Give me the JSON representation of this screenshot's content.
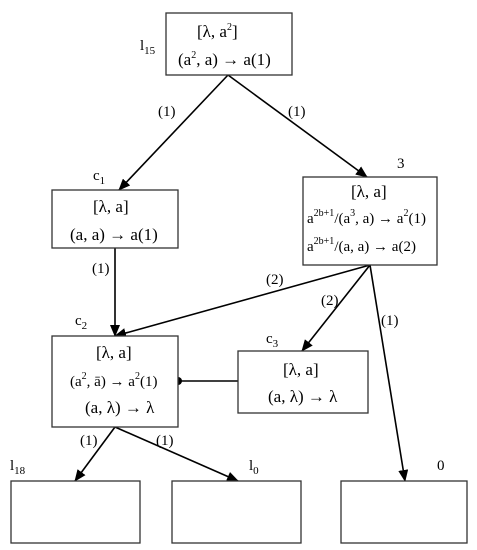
{
  "nodes": {
    "l15": {
      "name": "l",
      "name_sub": "15",
      "line1": "[λ, a",
      "line1_sup": "2",
      "line1_end": "]",
      "line2_a": "(a",
      "line2_sup": "2",
      "line2_b": ", a) → a(1)"
    },
    "c1": {
      "name": "c",
      "name_sub": "1",
      "line1": "[λ, a]",
      "line2": "(a, a) → a(1)"
    },
    "n3": {
      "name": "3",
      "line1": "[λ, a]",
      "line2_a": "a",
      "line2_sup": "2b+1",
      "line2_b": "/(a",
      "line2_sup2": "3",
      "line2_c": ", a) → a",
      "line2_sup3": "2",
      "line2_d": "(1)",
      "line3_a": "a",
      "line3_sup": "2b+1",
      "line3_b": "/(a, a) → a(2)"
    },
    "c2": {
      "name": "c",
      "name_sub": "2",
      "line1": "[λ, a]",
      "line2_a": "(a",
      "line2_sup": "2",
      "line2_b": ", ā) → a",
      "line2_sup2": "2",
      "line2_c": "(1)",
      "line3": "(a, λ) → λ"
    },
    "c3": {
      "name": "c",
      "name_sub": "3",
      "line1": "[λ, a]",
      "line2": "(a, λ) → λ"
    },
    "l18": {
      "name": "l",
      "name_sub": "18"
    },
    "l0": {
      "name": "l",
      "name_sub": "0"
    },
    "n0": {
      "name": "0"
    }
  },
  "edges": {
    "l15_c1": "(1)",
    "l15_n3": "(1)",
    "c1_c2": "(1)",
    "n3_c2": "(2)",
    "n3_c3": "(2)",
    "n3_n0": "(1)",
    "c2_l18": "(1)",
    "c2_l0": "(1)"
  }
}
